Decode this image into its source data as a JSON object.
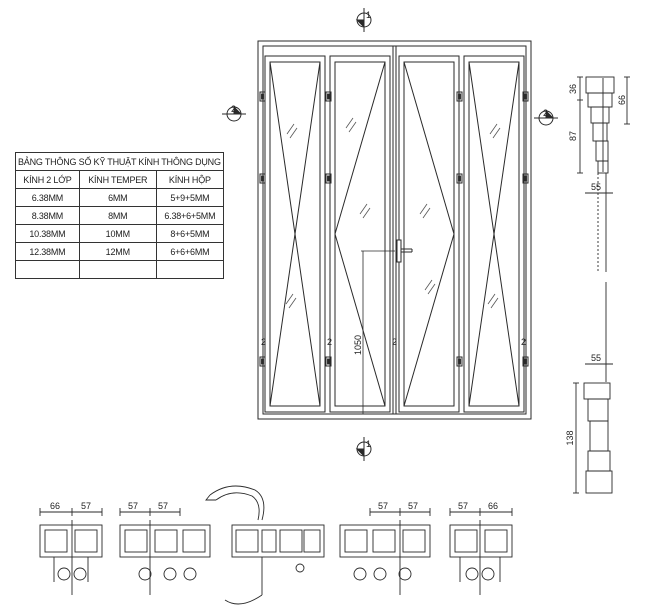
{
  "spec_table": {
    "title": "BẢNG THÔNG SỐ KỸ THUẬT KÍNH  THÔNG DỤNG",
    "headers": [
      "KÍNH 2 LỚP",
      "KÍNH TEMPER",
      "KÍNH HỘP"
    ],
    "rows": [
      [
        "6.38MM",
        "6MM",
        "5+9+5MM"
      ],
      [
        "8.38MM",
        "8MM",
        "6.38+6+5MM"
      ],
      [
        "10.38MM",
        "10MM",
        "8+6+5MM"
      ],
      [
        "12.38MM",
        "12MM",
        "6+6+6MM"
      ],
      [
        "",
        "",
        ""
      ]
    ]
  },
  "elevation": {
    "handle_height": "1050",
    "hinge_marks": [
      "2",
      "2",
      "2",
      "2"
    ]
  },
  "section_markers": {
    "top": "1",
    "bottom": "1",
    "left": "2",
    "right": "2"
  },
  "vertical_section": {
    "dims": [
      "36",
      "66",
      "87",
      "55",
      "55",
      "138"
    ]
  },
  "horizontal_sections": {
    "dims": [
      "66",
      "57",
      "57",
      "57",
      "57",
      "57",
      "57",
      "66"
    ]
  },
  "colors": {
    "line": "#2a2a2a",
    "glass_hatch": "#555555",
    "background": "#ffffff"
  }
}
